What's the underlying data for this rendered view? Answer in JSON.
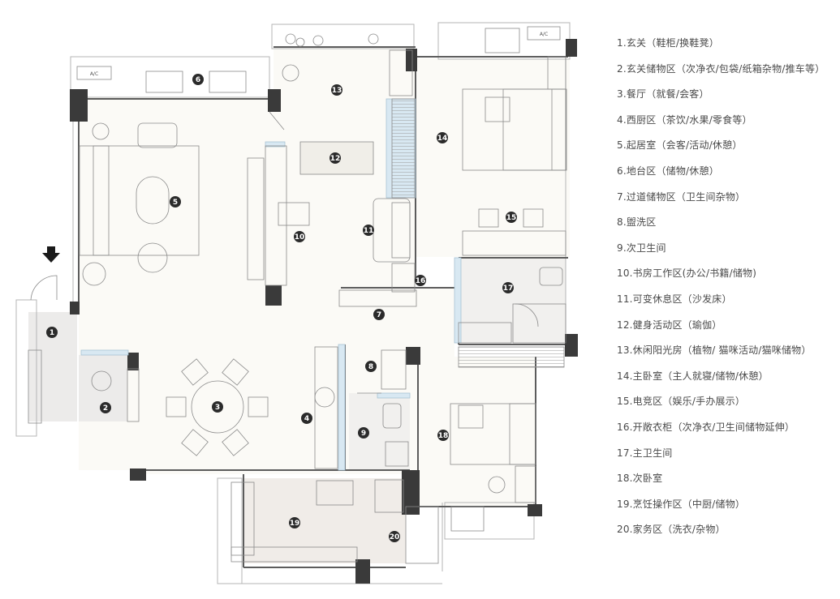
{
  "legend": [
    "1.玄关（鞋柜/换鞋凳）",
    "2.玄关储物区（次净衣/包袋/纸箱杂物/推车等）",
    "3.餐厅（就餐/会客）",
    "4.西厨区（茶饮/水果/零食等）",
    "5.起居室（会客/活动/休憩）",
    "6.地台区（储物/休憩）",
    "7.过道储物区（卫生间杂物）",
    "8.盥洗区",
    "9.次卫生间",
    "10.书房工作区(办公/书籍/储物)",
    "11.可变休息区（沙发床）",
    "12.健身活动区（瑜伽）",
    "13.休闲阳光房（植物/ 猫咪活动/猫咪储物）",
    "14.主卧室（主人就寝/储物/休憩）",
    "15.电竞区（娱乐/手办展示）",
    "16.开敞衣柜（次净衣/卫生间储物延伸）",
    "17.主卫生间",
    "18.次卧室",
    "19.烹饪操作区（中厨/储物）",
    "20.家务区（洗衣/杂物）"
  ],
  "markers": [
    "1",
    "2",
    "3",
    "4",
    "5",
    "6",
    "7",
    "8",
    "9",
    "10",
    "11",
    "12",
    "13",
    "14",
    "15",
    "16",
    "17",
    "18",
    "19",
    "20"
  ],
  "ac_labels": [
    "A/C",
    "A/C"
  ],
  "colors": {
    "wall": "#3a3a3a",
    "floor": "#fbfaf6",
    "bath_floor": "#f1f0ee",
    "kitchen_floor": "#f0ece8",
    "glass": "#d8e8f2",
    "line": "#8a8a8a",
    "marker": "#2b2b2b",
    "legend_text": "#4a4a4a"
  }
}
